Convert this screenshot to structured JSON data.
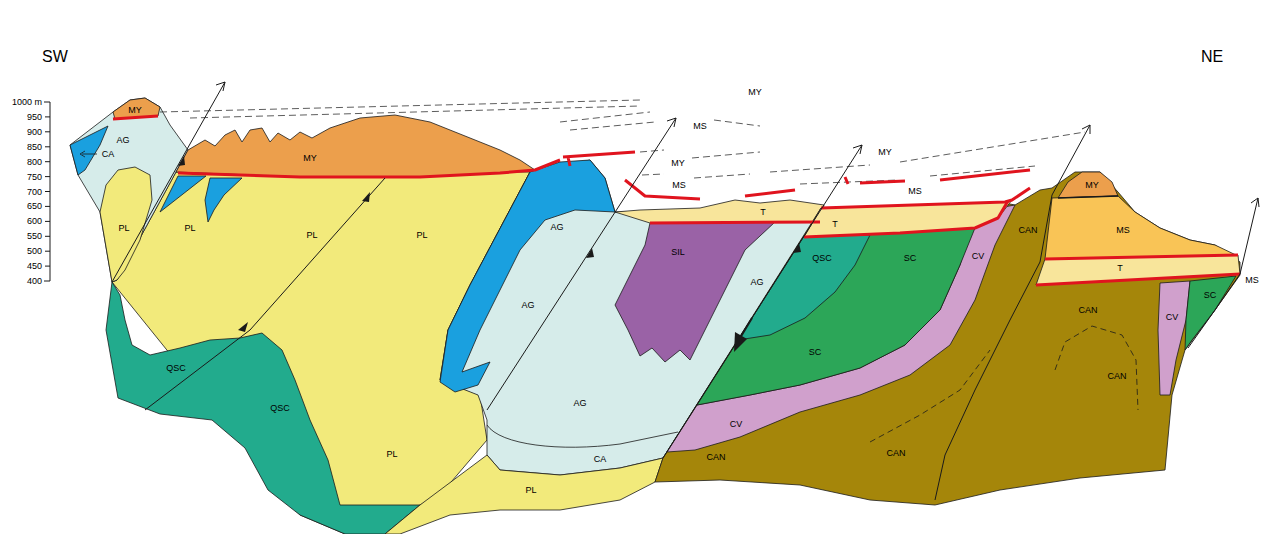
{
  "diagram": {
    "labels": [
      "SW",
      "NE",
      "1000 m",
      "950",
      "900",
      "850",
      "800",
      "750",
      "700",
      "650",
      "600",
      "550",
      "500",
      "450",
      "400",
      "MY",
      "CA",
      "AG",
      "PL",
      "PL",
      "MY",
      "PL",
      "PL",
      "MY",
      "MS",
      "MY",
      "MS",
      "MY",
      "MS",
      "T",
      "T",
      "AG",
      "SIL",
      "AG",
      "QSC",
      "SC",
      "CV",
      "CAN",
      "MY",
      "MS",
      "T",
      "MS",
      "CAN",
      "CV",
      "SC",
      "CAN",
      "AG",
      "AG",
      "SC",
      "CV",
      "CAN",
      "CAN",
      "CA",
      "PL",
      "QSC",
      "QSC",
      "PL"
    ]
  }
}
